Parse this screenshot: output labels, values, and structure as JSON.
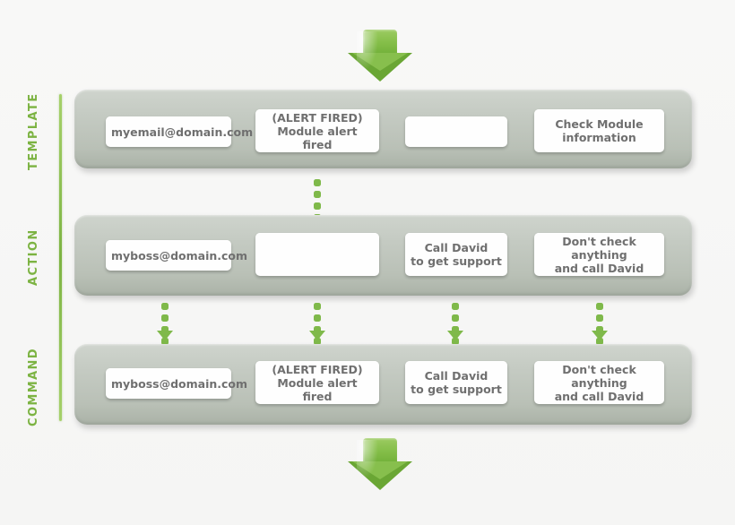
{
  "background_color": "#f7f7f6",
  "accent_color": "#7cb342",
  "panel_color": "#c3c9c1",
  "card_text_color": "#6f6f6f",
  "arrows": {
    "top": {
      "name": "down-arrow-top",
      "direction": "down",
      "color": "#7cb342"
    },
    "bottom": {
      "name": "down-arrow-bottom",
      "direction": "down",
      "color": "#7cb342"
    }
  },
  "stages": [
    {
      "id": "template",
      "label": "TEMPLATE",
      "cards": [
        {
          "id": "recipient",
          "lines": [
            "myemail@domain.com"
          ],
          "empty": false
        },
        {
          "id": "subject",
          "lines": [
            "(ALERT FIRED)",
            "Module alert fired"
          ],
          "empty": false
        },
        {
          "id": "blank",
          "lines": [
            ""
          ],
          "empty": true
        },
        {
          "id": "body",
          "lines": [
            "Check Module",
            "information"
          ],
          "empty": false
        }
      ]
    },
    {
      "id": "action",
      "label": "ACTION",
      "cards": [
        {
          "id": "recipient",
          "lines": [
            "myboss@domain.com"
          ],
          "empty": false
        },
        {
          "id": "subject",
          "lines": [
            "",
            ""
          ],
          "empty": true
        },
        {
          "id": "field3",
          "lines": [
            "Call David",
            "to get support"
          ],
          "empty": false
        },
        {
          "id": "body",
          "lines": [
            "Don't check anything",
            "and call David"
          ],
          "empty": false
        }
      ]
    },
    {
      "id": "command",
      "label": "COMMAND",
      "cards": [
        {
          "id": "recipient",
          "lines": [
            "myboss@domain.com"
          ],
          "empty": false
        },
        {
          "id": "subject",
          "lines": [
            "(ALERT FIRED)",
            "Module alert fired"
          ],
          "empty": false
        },
        {
          "id": "field3",
          "lines": [
            "Call David",
            "to get support"
          ],
          "empty": false
        },
        {
          "id": "body",
          "lines": [
            "Don't check anything",
            "and call David"
          ],
          "empty": false
        }
      ]
    }
  ],
  "connectors": {
    "template_to_action": {
      "columns": [
        2
      ],
      "style": "dotted",
      "arrowhead": false
    },
    "action_to_command": {
      "columns": [
        1,
        2,
        3,
        4
      ],
      "style": "dotted",
      "arrowhead": true
    }
  }
}
